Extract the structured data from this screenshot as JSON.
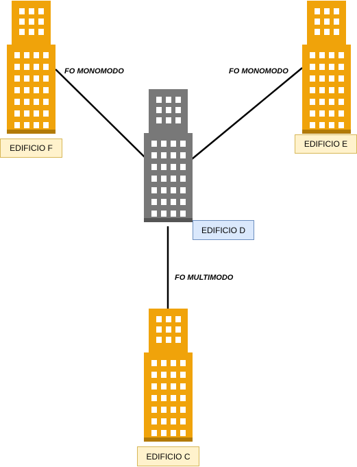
{
  "colors": {
    "building_main": "#f0a30a",
    "building_dark": "#b27a06",
    "building_window": "#ffffff",
    "building_central": "#787878",
    "building_central_dark": "#555555",
    "label_yellow_fill": "#fff2cc",
    "label_yellow_border": "#d6b656",
    "label_blue_fill": "#dae8fc",
    "label_blue_border": "#6c8ebf",
    "link": "#000000"
  },
  "buildings": {
    "f": {
      "label": "EDIFICIO F",
      "icon": "building-icon"
    },
    "e": {
      "label": "EDIFICIO E",
      "icon": "building-icon"
    },
    "d": {
      "label": "EDIFICIO D",
      "icon": "building-icon"
    },
    "c": {
      "label": "EDIFICIO C",
      "icon": "building-icon"
    }
  },
  "links": {
    "f_d": {
      "label": "FO MONOMODO"
    },
    "e_d": {
      "label": "FO MONOMODO"
    },
    "d_c": {
      "label": "FO MULTIMODO"
    }
  }
}
